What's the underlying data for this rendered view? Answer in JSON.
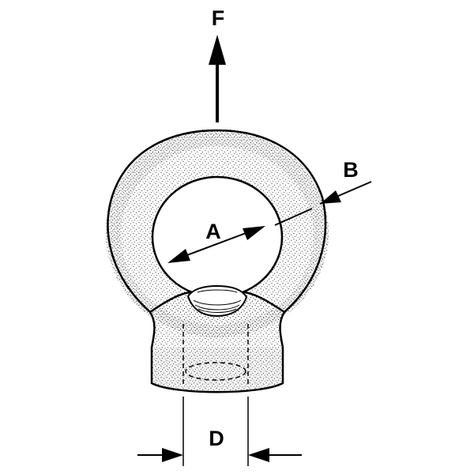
{
  "diagram": {
    "labels": {
      "force": "F",
      "inner_diameter": "A",
      "ring_thickness": "B",
      "thread_diameter": "D"
    },
    "colors": {
      "ink": "#000000",
      "paper": "#ffffff"
    }
  }
}
